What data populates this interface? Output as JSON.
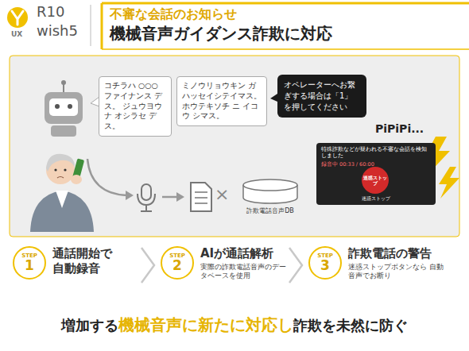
{
  "diagram": {
    "nodes": [
      {
        "text": [
          "不審な会話のお知らせ",
          "機械音声ガイダンス詐欺に対応"
        ]
      },
      {
        "text": [
          "コチラハ ○○○ ファイナンス デス。 ジュウヨウ ナ オシラセ デス。"
        ]
      },
      {
        "text": [
          "ミノウリョウキン ガ ハッセイシテイマス。 ホウテキソチ ニ イコウ シマス。"
        ]
      },
      {
        "text": [
          "オペレーターへお繋ぎする場合は「1」を押してください"
        ]
      },
      {
        "text": [
          "詐欺電話音声DB"
        ]
      },
      {
        "text": [
          "特殊詐欺などが疑われる不審な会話を検知しました",
          "録音中 00:33 / 60:00",
          "迷惑ストップ"
        ]
      },
      {
        "text": [
          "迷惑ストップ"
        ],
        "in": 5
      },
      {
        "text": [
          "STEP",
          "1",
          "通話開始で 自動録音"
        ]
      },
      {
        "text": [
          "STEP",
          "2",
          "AIが通話解析",
          "実際の詐欺電話音声のデータベースを使用"
        ]
      },
      {
        "text": [
          "STEP",
          "3",
          "詐欺電話の警告",
          "迷惑ストップボタンなら 自動音声でお断り"
        ]
      }
    ],
    "labels": [
      "UX",
      "R10",
      "wish5",
      "×",
      "PiPiPi...",
      "増加する",
      "機械音声に新たに対応し",
      "詐欺を未然に防ぐ"
    ]
  }
}
